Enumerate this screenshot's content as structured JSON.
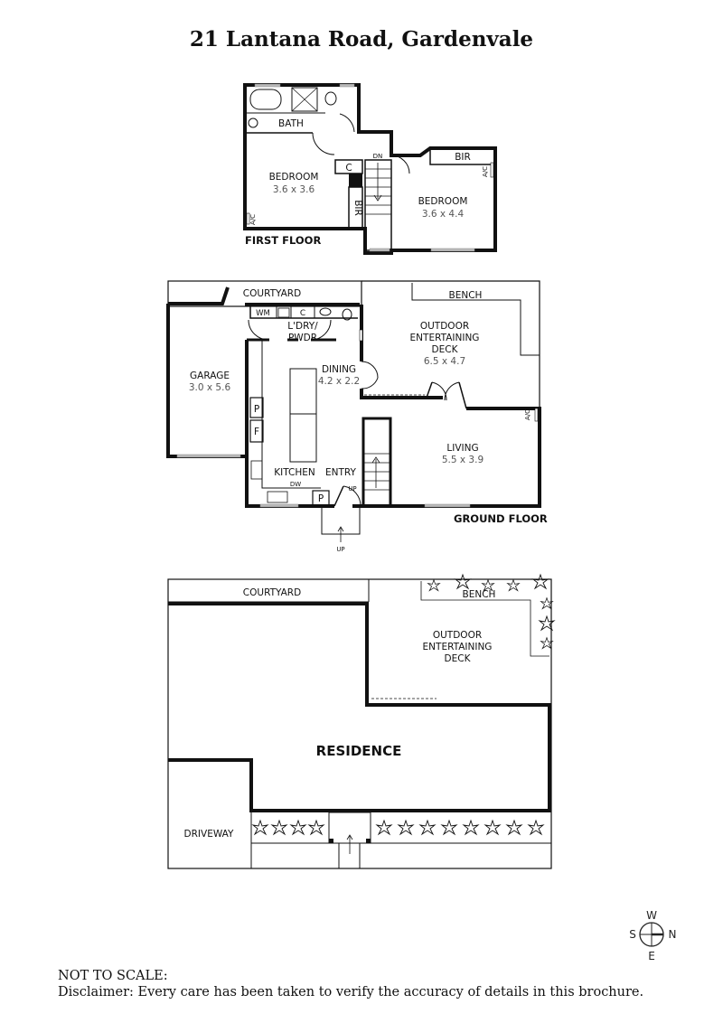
{
  "title": "21 Lantana Road, Gardenvale",
  "first_floor": {
    "label": "FIRST FLOOR",
    "rooms": [
      {
        "name": "BATH",
        "dims": ""
      },
      {
        "name": "BEDROOM",
        "dims": "3.6 x 3.6"
      },
      {
        "name": "BEDROOM",
        "dims": "3.6 x 4.4"
      }
    ],
    "fixtures": {
      "c": "C",
      "bir_1": "BIR",
      "bir_2": "BIR",
      "ac_1": "A/C",
      "ac_2": "A/C",
      "stairs": "DN"
    }
  },
  "ground_floor": {
    "label": "GROUND FLOOR",
    "rooms": [
      {
        "name": "COURTYARD",
        "dims": ""
      },
      {
        "name": "GARAGE",
        "dims": "3.0 x 5.6"
      },
      {
        "name": "L'DRY/",
        "name2": "PWDR",
        "dims": ""
      },
      {
        "name": "DINING",
        "dims": "4.2 x 2.2"
      },
      {
        "name": "OUTDOOR",
        "name2": "ENTERTAINING",
        "name3": "DECK",
        "dims": "6.5 x 4.7"
      },
      {
        "name": "KITCHEN",
        "dims": ""
      },
      {
        "name": "ENTRY",
        "dims": ""
      },
      {
        "name": "LIVING",
        "dims": "5.5 x 3.9"
      }
    ],
    "fixtures": {
      "bench": "BENCH",
      "wm": "WM",
      "c": "C",
      "p1": "P",
      "f": "F",
      "p2": "P",
      "dw": "DW",
      "up_stairs": "UP",
      "up_entry": "UP",
      "ac": "A/C"
    }
  },
  "site_plan": {
    "courtyard": "COURTYARD",
    "bench": "BENCH",
    "deck_line1": "OUTDOOR",
    "deck_line2": "ENTERTAINING",
    "deck_line3": "DECK",
    "residence": "RESIDENCE",
    "driveway": "DRIVEWAY"
  },
  "compass": {
    "top": "W",
    "left": "S",
    "right": "N",
    "bottom": "E"
  },
  "footer": {
    "line1": "NOT TO SCALE:",
    "line2": "Disclaimer: Every care has been taken to verify the accuracy of details in this brochure."
  }
}
